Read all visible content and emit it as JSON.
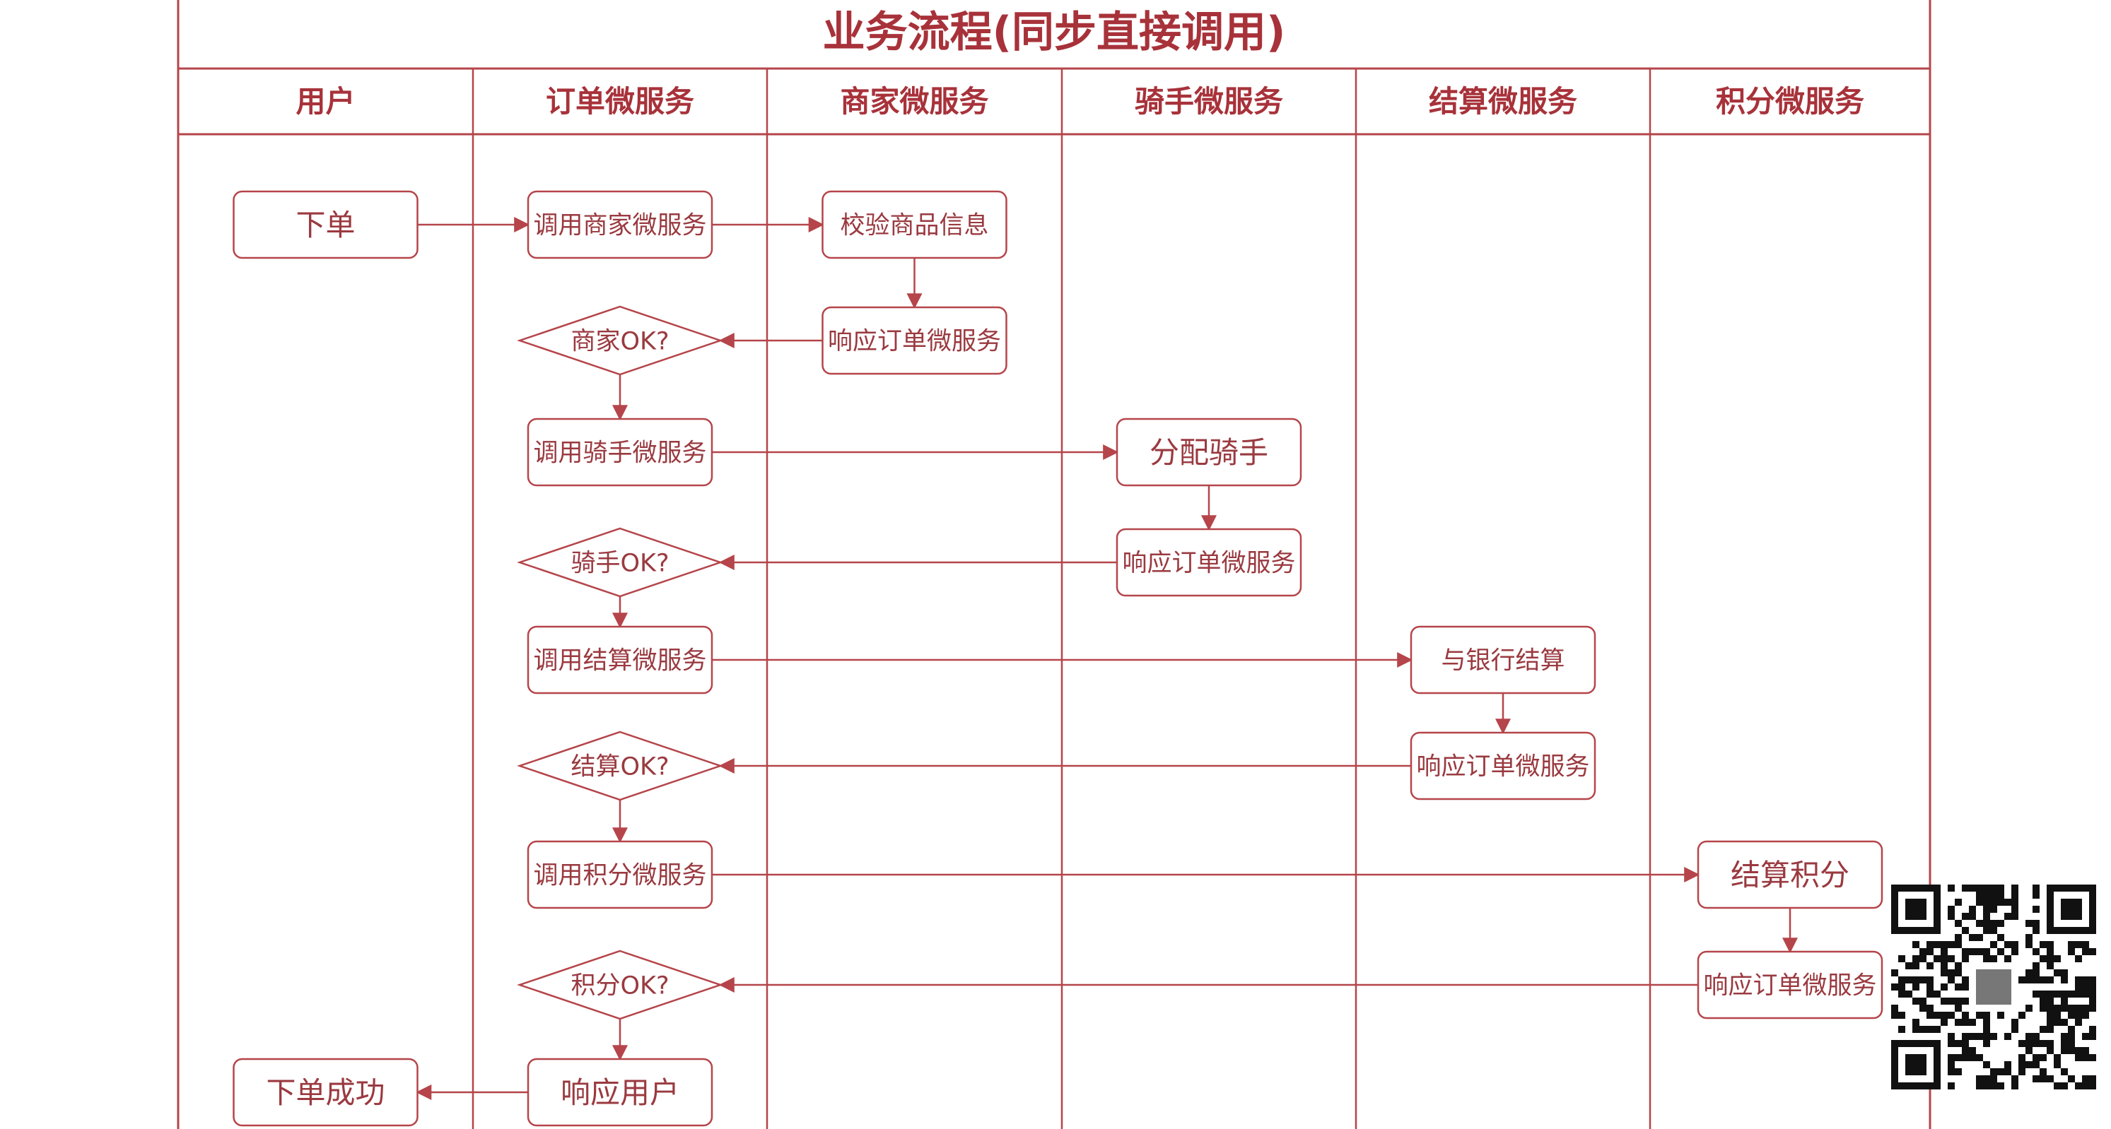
{
  "title": "业务流程(同步直接调用)",
  "colors": {
    "line": "#b5454a",
    "title": "#a8323a",
    "fill": "#ffffff"
  },
  "lanes": [
    {
      "id": "user",
      "label": "用户"
    },
    {
      "id": "order",
      "label": "订单微服务"
    },
    {
      "id": "merchant",
      "label": "商家微服务"
    },
    {
      "id": "rider",
      "label": "骑手微服务"
    },
    {
      "id": "settlement",
      "label": "结算微服务"
    },
    {
      "id": "points",
      "label": "积分微服务"
    }
  ],
  "nodes": [
    {
      "id": "place_order",
      "lane": "user",
      "shape": "process",
      "text": "下单"
    },
    {
      "id": "call_merchant",
      "lane": "order",
      "shape": "process",
      "text": "调用商家微服务"
    },
    {
      "id": "verify_goods",
      "lane": "merchant",
      "shape": "process",
      "text": "校验商品信息"
    },
    {
      "id": "merchant_reply",
      "lane": "merchant",
      "shape": "process",
      "text": "响应订单微服务"
    },
    {
      "id": "merchant_ok",
      "lane": "order",
      "shape": "decision",
      "text": "商家OK?"
    },
    {
      "id": "call_rider",
      "lane": "order",
      "shape": "process",
      "text": "调用骑手微服务"
    },
    {
      "id": "assign_rider",
      "lane": "rider",
      "shape": "process",
      "text": "分配骑手"
    },
    {
      "id": "rider_reply",
      "lane": "rider",
      "shape": "process",
      "text": "响应订单微服务"
    },
    {
      "id": "rider_ok",
      "lane": "order",
      "shape": "decision",
      "text": "骑手OK?"
    },
    {
      "id": "call_settlement",
      "lane": "order",
      "shape": "process",
      "text": "调用结算微服务"
    },
    {
      "id": "bank_settle",
      "lane": "settlement",
      "shape": "process",
      "text": "与银行结算"
    },
    {
      "id": "settlement_reply",
      "lane": "settlement",
      "shape": "process",
      "text": "响应订单微服务"
    },
    {
      "id": "settlement_ok",
      "lane": "order",
      "shape": "decision",
      "text": "结算OK?"
    },
    {
      "id": "call_points",
      "lane": "order",
      "shape": "process",
      "text": "调用积分微服务"
    },
    {
      "id": "settle_points",
      "lane": "points",
      "shape": "process",
      "text": "结算积分"
    },
    {
      "id": "points_reply",
      "lane": "points",
      "shape": "process",
      "text": "响应订单微服务"
    },
    {
      "id": "points_ok",
      "lane": "order",
      "shape": "decision",
      "text": "积分OK?"
    },
    {
      "id": "reply_user",
      "lane": "order",
      "shape": "process",
      "text": "响应用户"
    },
    {
      "id": "order_success",
      "lane": "user",
      "shape": "process",
      "text": "下单成功"
    }
  ],
  "edges": [
    {
      "from": "place_order",
      "to": "call_merchant"
    },
    {
      "from": "call_merchant",
      "to": "verify_goods"
    },
    {
      "from": "verify_goods",
      "to": "merchant_reply"
    },
    {
      "from": "merchant_reply",
      "to": "merchant_ok"
    },
    {
      "from": "merchant_ok",
      "to": "call_rider"
    },
    {
      "from": "call_rider",
      "to": "assign_rider"
    },
    {
      "from": "assign_rider",
      "to": "rider_reply"
    },
    {
      "from": "rider_reply",
      "to": "rider_ok"
    },
    {
      "from": "rider_ok",
      "to": "call_settlement"
    },
    {
      "from": "call_settlement",
      "to": "bank_settle"
    },
    {
      "from": "bank_settle",
      "to": "settlement_reply"
    },
    {
      "from": "settlement_reply",
      "to": "settlement_ok"
    },
    {
      "from": "settlement_ok",
      "to": "call_points"
    },
    {
      "from": "call_points",
      "to": "settle_points"
    },
    {
      "from": "settle_points",
      "to": "points_reply"
    },
    {
      "from": "points_reply",
      "to": "points_ok"
    },
    {
      "from": "points_ok",
      "to": "reply_user"
    },
    {
      "from": "reply_user",
      "to": "order_success"
    }
  ],
  "overlay": {
    "icon": "qr-code-icon"
  }
}
